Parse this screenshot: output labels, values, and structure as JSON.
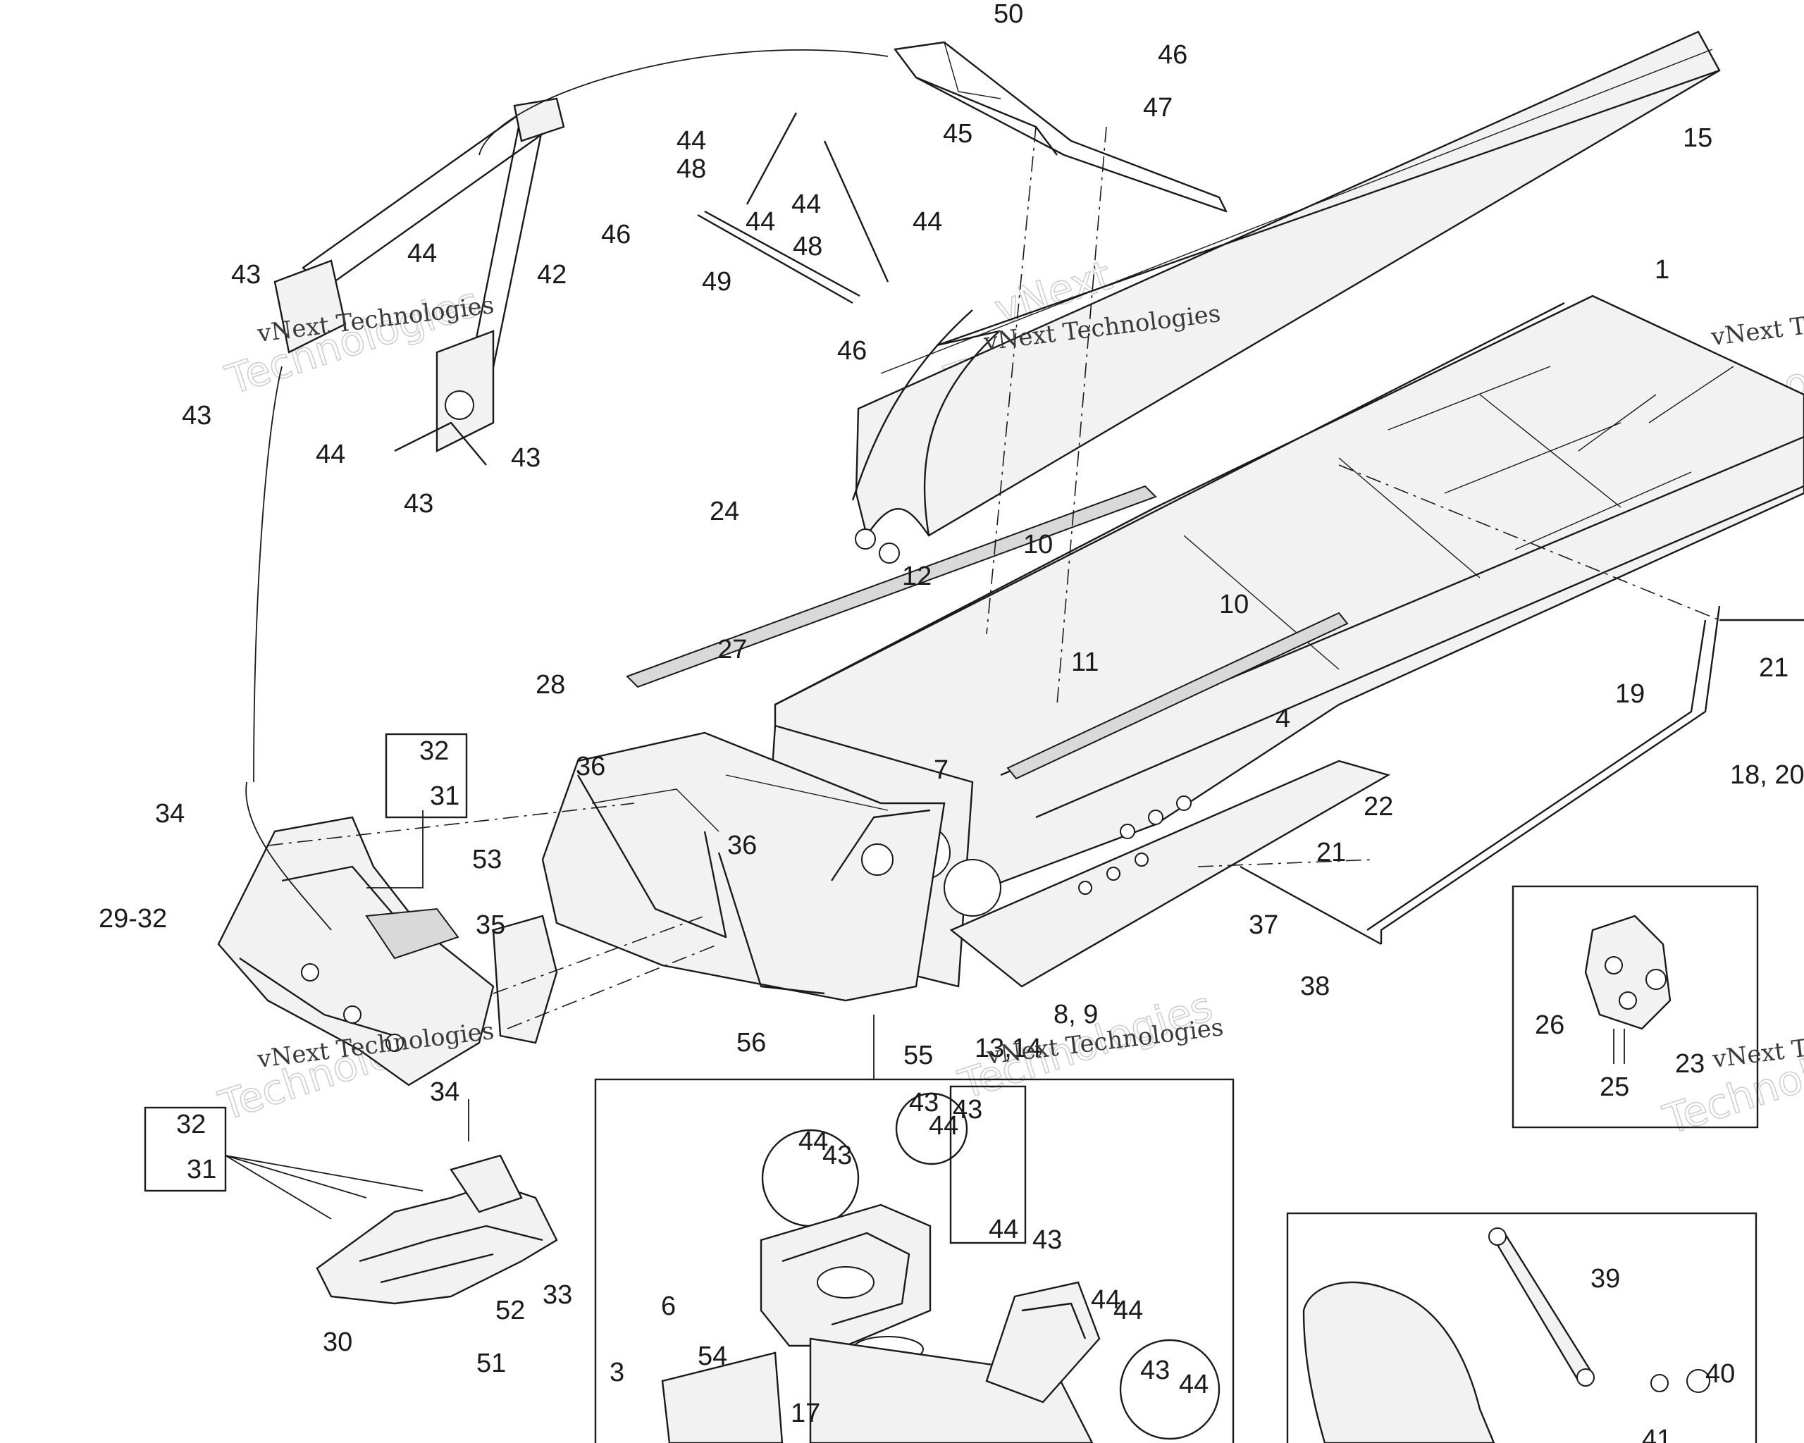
{
  "watermark": {
    "text": "vNext Technologies",
    "word1": "vNext",
    "word2": "Technologies"
  },
  "callouts": [
    "1",
    "3",
    "4",
    "6",
    "7",
    "8, 9",
    "10",
    "10",
    "11",
    "12",
    "13,14",
    "15",
    "17",
    "18, 20",
    "19",
    "21",
    "21",
    "22",
    "23",
    "24",
    "25",
    "26",
    "27",
    "28",
    "29-32",
    "30",
    "31",
    "31",
    "32",
    "32",
    "33",
    "34",
    "34",
    "35",
    "36",
    "36",
    "37",
    "38",
    "39",
    "40",
    "41",
    "42",
    "43",
    "43",
    "43",
    "43",
    "43",
    "43",
    "43",
    "43",
    "43",
    "44",
    "44",
    "44",
    "44",
    "44",
    "44",
    "44",
    "44",
    "44",
    "44",
    "44",
    "44",
    "45",
    "46",
    "46",
    "46",
    "47",
    "48",
    "48",
    "49",
    "50",
    "51",
    "52",
    "53",
    "54",
    "55",
    "56"
  ]
}
